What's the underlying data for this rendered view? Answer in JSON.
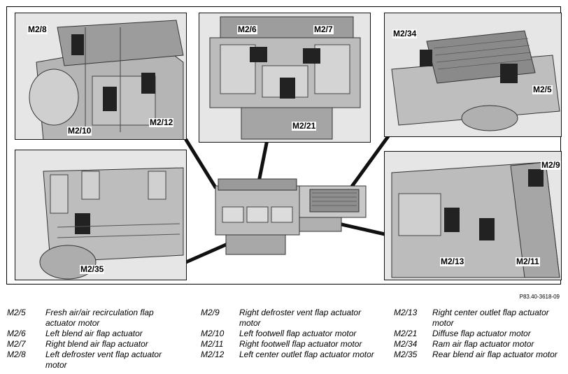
{
  "figure": {
    "reference_code": "P83.40-3618-09",
    "callouts": {
      "top_left": [
        "M2/8",
        "M2/10",
        "M2/12"
      ],
      "top_center": [
        "M2/6",
        "M2/7",
        "M2/21"
      ],
      "top_right": [
        "M2/34",
        "M2/5"
      ],
      "mid_left": [
        "M2/35"
      ],
      "mid_right": [
        "M2/9",
        "M2/13",
        "M2/11"
      ]
    }
  },
  "legend": {
    "columns": [
      [
        {
          "code": "M2/5",
          "desc": "Fresh air/air recirculation flap actuator motor"
        },
        {
          "code": "M2/6",
          "desc": "Left blend air flap actuator"
        },
        {
          "code": "M2/7",
          "desc": "Right blend air flap actuator"
        },
        {
          "code": "M2/8",
          "desc": "Left defroster vent flap actuator motor"
        }
      ],
      [
        {
          "code": "M2/9",
          "desc": "Right defroster vent flap actuator motor"
        },
        {
          "code": "M2/10",
          "desc": "Left footwell flap actuator motor"
        },
        {
          "code": "M2/11",
          "desc": "Right footwell flap actuator motor"
        },
        {
          "code": "M2/12",
          "desc": "Left center outlet flap actuator motor"
        }
      ],
      [
        {
          "code": "M2/13",
          "desc": "Right center outlet flap actuator motor"
        },
        {
          "code": "M2/21",
          "desc": "Diffuse flap actuator motor"
        },
        {
          "code": "M2/34",
          "desc": "Ram air flap actuator motor"
        },
        {
          "code": "M2/35",
          "desc": "Rear blend air flap actuator motor"
        }
      ]
    ]
  }
}
